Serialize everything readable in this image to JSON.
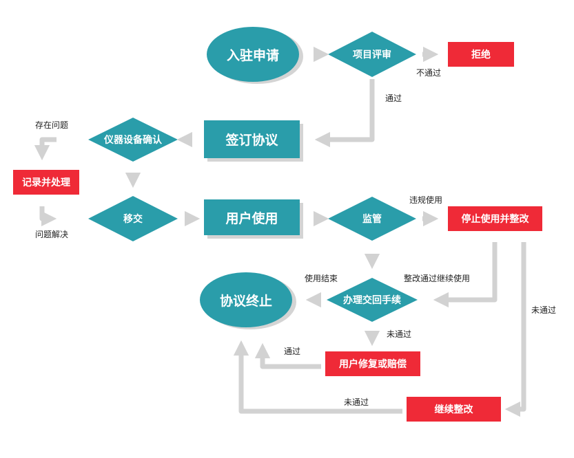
{
  "colors": {
    "teal": "#2A9DAA",
    "red": "#EF2A37",
    "arrow": "#D2D2D2",
    "shadow": "#D4D4D4"
  },
  "nodes": {
    "apply": "入驻申请",
    "review": "项目评审",
    "reject": "拒绝",
    "sign": "签订协议",
    "confirm": "仪器设备确认",
    "record": "记录并处理",
    "transfer": "移交",
    "use": "用户使用",
    "monitor": "监管",
    "stop": "停止使用并整改",
    "terminate": "协议终止",
    "return": "办理交回手续",
    "repair": "用户修复或赔偿",
    "continue_fix": "继续整改"
  },
  "edge_labels": {
    "not_pass_reject": "不通过",
    "pass_review": "通过",
    "has_issue": "存在问题",
    "issue_resolved": "问题解决",
    "violation": "违规使用",
    "use_end": "使用结束",
    "fix_pass_continue": "整改通过继续使用",
    "not_pass_return": "未通过",
    "not_pass_stop": "未通过",
    "pass_repair": "通过",
    "not_pass_continue": "未通过"
  }
}
